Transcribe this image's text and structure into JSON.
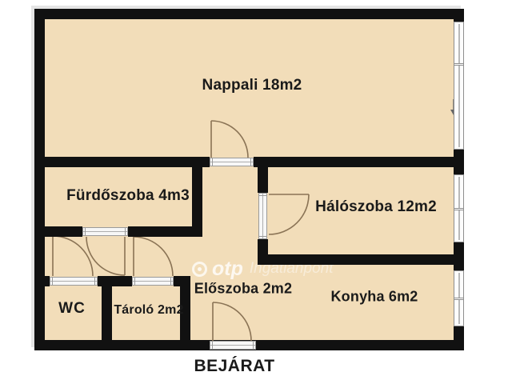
{
  "rooms": {
    "nappali": {
      "label": "Nappali 18m2"
    },
    "furdoszoba": {
      "label": "Fürdőszoba 4m3"
    },
    "haloszoba": {
      "label": "Hálószoba 12m2"
    },
    "eloszoba": {
      "label": "Előszoba 2m2"
    },
    "konyha": {
      "label": "Konyha 6m2"
    },
    "wc": {
      "label": "WC"
    },
    "tarolo": {
      "label": "Tároló 2m2"
    }
  },
  "entrance": {
    "label": "BEJÁRAT"
  },
  "watermark": {
    "brand": "otp",
    "suffix": "Ingatlanpont"
  },
  "colors": {
    "wall": "#111111",
    "floor": "#f2ddb9",
    "door_arc": "#8a7355",
    "window_frame": "#8e8e8e",
    "background": "#ffffff"
  }
}
